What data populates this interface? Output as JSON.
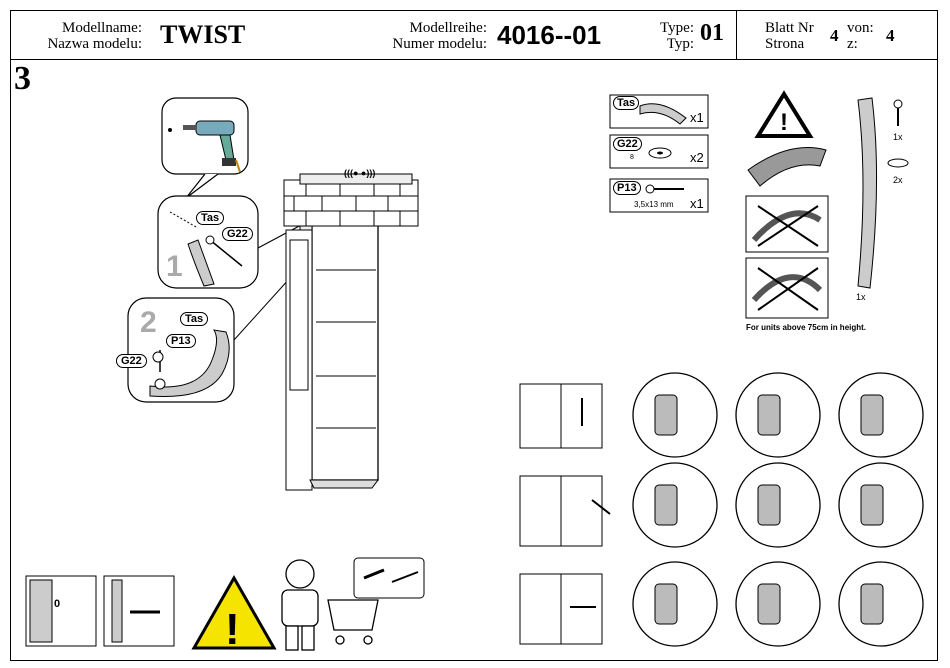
{
  "header": {
    "model_name_label_1": "Modellname:",
    "model_name_label_2": "Nazwa modelu:",
    "model_name": "TWIST",
    "series_label_1": "Modellreihe:",
    "series_label_2": "Numer modelu:",
    "series_number": "4016--01",
    "type_label_1": "Type:",
    "type_label_2": "Typ:",
    "type_number": "01",
    "sheet_label_1": "Blatt Nr",
    "sheet_label_2": "Strona",
    "sheet_number": "4",
    "of_label_1": "von:",
    "of_label_2": "z:",
    "of_number": "4"
  },
  "step": {
    "number": "3"
  },
  "sub_steps": {
    "one": "1",
    "two": "2"
  },
  "callouts": {
    "tas": "Tas",
    "g22": "G22",
    "p13": "P13"
  },
  "parts": [
    {
      "code": "Tas",
      "detail": "",
      "qty": "x1"
    },
    {
      "code": "G22",
      "detail": "8",
      "qty": "x2"
    },
    {
      "code": "P13",
      "detail": "3,5x13 mm",
      "qty": "x1"
    }
  ],
  "strap_panel": {
    "screw_qty": "1x",
    "washer_qty": "2x",
    "strap_qty": "1x",
    "note": "For units above 75cm in height."
  },
  "wall_detail": {
    "label": "0"
  }
}
